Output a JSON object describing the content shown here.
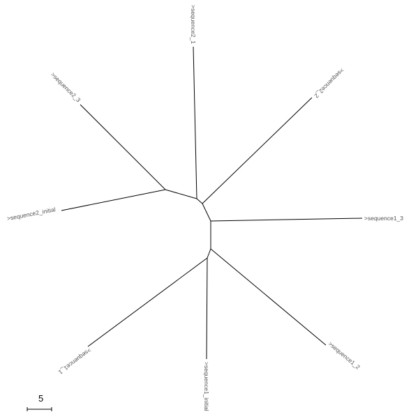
{
  "tree": {
    "leaves": [
      {
        "key": "s2_1",
        "label": ">sequence2_1"
      },
      {
        "key": "s2_2",
        "label": ">sequence2_2"
      },
      {
        "key": "s1_3",
        "label": ">sequence1_3"
      },
      {
        "key": "s1_2",
        "label": ">sequence1_2"
      },
      {
        "key": "s1_initial",
        "label": ">sequence1_initial"
      },
      {
        "key": "s1_1",
        "label": ">sequence1_1"
      },
      {
        "key": "s2_initial",
        "label": ">sequence2_initial"
      },
      {
        "key": "s2_3",
        "label": ">sequence2_3"
      }
    ]
  },
  "scale_bar": {
    "label": "5"
  }
}
